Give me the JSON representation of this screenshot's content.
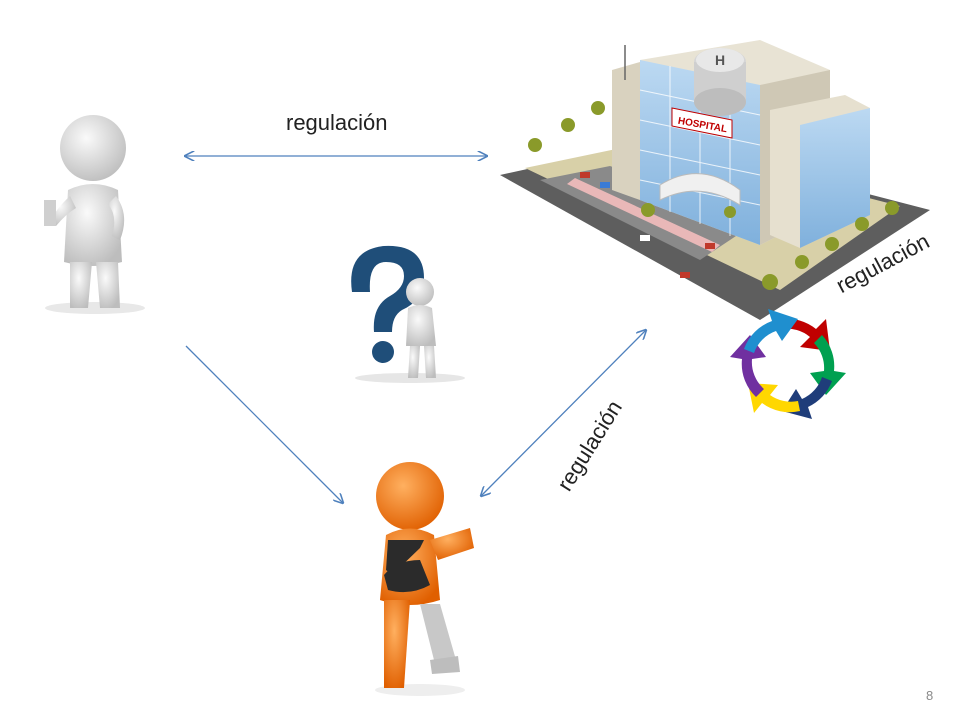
{
  "labels": {
    "top": "regulación",
    "right": "regulación",
    "middle": "regulación"
  },
  "hospital_sign": "HOSPITAL",
  "helipad_letter": "H",
  "page_number": "8",
  "colors": {
    "arrow": "#4f81bd",
    "person_gray": "#d9d9d9",
    "person_orange": "#f47a1c",
    "question_mark": "#1f4e79"
  },
  "cycle_colors": [
    "#c00000",
    "#00a050",
    "#1f3d7a",
    "#ffd700",
    "#7030a0",
    "#1f8fcf"
  ]
}
